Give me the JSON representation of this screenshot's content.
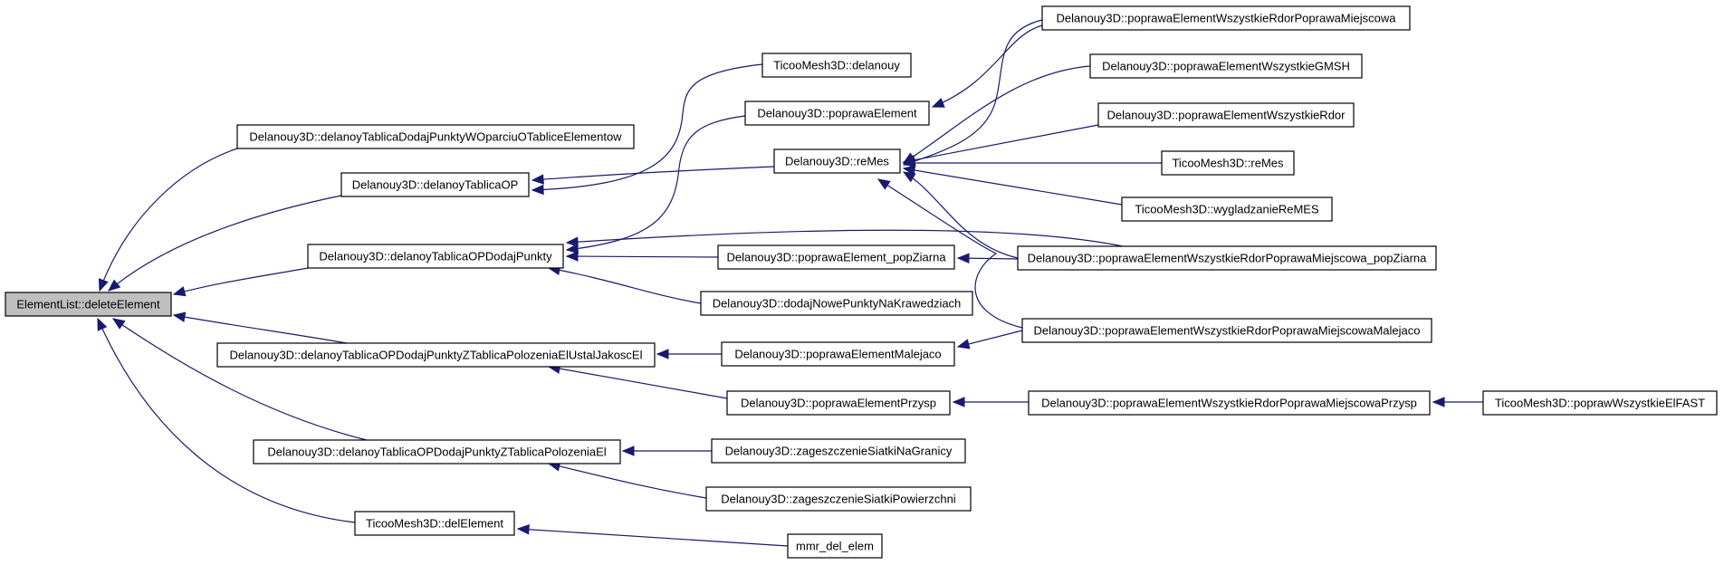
{
  "diagram": {
    "edge_color": "#191970",
    "focus_fill": "#bfbfbf",
    "nodes": [
      {
        "id": "n0",
        "label": "ElementList::deleteElement",
        "focus": true
      },
      {
        "id": "n1",
        "label": "Delanouy3D::delanoyTablicaDodajPunktyWOparciuOTabliceElementow"
      },
      {
        "id": "n2",
        "label": "Delanouy3D::delanoyTablicaOP"
      },
      {
        "id": "n3",
        "label": "Delanouy3D::delanoyTablicaOPDodajPunkty"
      },
      {
        "id": "n4",
        "label": "Delanouy3D::delanoyTablicaOPDodajPunktyZTablicaPolozeniaElUstalJakoscEl"
      },
      {
        "id": "n5",
        "label": "Delanouy3D::delanoyTablicaOPDodajPunktyZTablicaPolozeniaEl"
      },
      {
        "id": "n6",
        "label": "TicooMesh3D::delElement"
      },
      {
        "id": "n7",
        "label": "TicooMesh3D::delanouy"
      },
      {
        "id": "n8",
        "label": "Delanouy3D::poprawaElement"
      },
      {
        "id": "n9",
        "label": "Delanouy3D::reMes"
      },
      {
        "id": "n10",
        "label": "Delanouy3D::poprawaElement_popZiarna"
      },
      {
        "id": "n11",
        "label": "Delanouy3D::dodajNowePunktyNaKrawedziach"
      },
      {
        "id": "n12",
        "label": "Delanouy3D::poprawaElementMalejaco"
      },
      {
        "id": "n13",
        "label": "Delanouy3D::poprawaElementPrzysp"
      },
      {
        "id": "n14",
        "label": "Delanouy3D::zageszczenieSiatkiNaGranicy"
      },
      {
        "id": "n15",
        "label": "Delanouy3D::zageszczenieSiatkiPowierzchni"
      },
      {
        "id": "n16",
        "label": "mmr_del_elem"
      },
      {
        "id": "n17",
        "label": "Delanouy3D::poprawaElementWszystkieRdorPoprawaMiejscowa"
      },
      {
        "id": "n18",
        "label": "Delanouy3D::poprawaElementWszystkieGMSH"
      },
      {
        "id": "n19",
        "label": "Delanouy3D::poprawaElementWszystkieRdor"
      },
      {
        "id": "n20",
        "label": "TicooMesh3D::reMes"
      },
      {
        "id": "n21",
        "label": "TicooMesh3D::wygladzanieReMES"
      },
      {
        "id": "n22",
        "label": "Delanouy3D::poprawaElementWszystkieRdorPoprawaMiejscowa_popZiarna"
      },
      {
        "id": "n23",
        "label": "Delanouy3D::poprawaElementWszystkieRdorPoprawaMiejscowaMalejaco"
      },
      {
        "id": "n24",
        "label": "Delanouy3D::poprawaElementWszystkieRdorPoprawaMiejscowaPrzysp"
      },
      {
        "id": "n25",
        "label": "TicooMesh3D::poprawWszystkieElFAST"
      }
    ],
    "edges": [
      {
        "from": "n1",
        "to": "n0"
      },
      {
        "from": "n2",
        "to": "n0"
      },
      {
        "from": "n3",
        "to": "n0"
      },
      {
        "from": "n4",
        "to": "n0"
      },
      {
        "from": "n5",
        "to": "n0"
      },
      {
        "from": "n6",
        "to": "n0"
      },
      {
        "from": "n7",
        "to": "n2"
      },
      {
        "from": "n9",
        "to": "n2"
      },
      {
        "from": "n8",
        "to": "n3"
      },
      {
        "from": "n10",
        "to": "n3"
      },
      {
        "from": "n11",
        "to": "n3"
      },
      {
        "from": "n22",
        "to": "n3"
      },
      {
        "from": "n12",
        "to": "n4"
      },
      {
        "from": "n13",
        "to": "n4"
      },
      {
        "from": "n14",
        "to": "n5"
      },
      {
        "from": "n15",
        "to": "n5"
      },
      {
        "from": "n16",
        "to": "n6"
      },
      {
        "from": "n17",
        "to": "n8"
      },
      {
        "from": "n17",
        "to": "n9"
      },
      {
        "from": "n18",
        "to": "n9"
      },
      {
        "from": "n19",
        "to": "n9"
      },
      {
        "from": "n20",
        "to": "n9"
      },
      {
        "from": "n21",
        "to": "n9"
      },
      {
        "from": "n22",
        "to": "n9"
      },
      {
        "from": "n23",
        "to": "n9"
      },
      {
        "from": "n22",
        "to": "n10"
      },
      {
        "from": "n23",
        "to": "n12"
      },
      {
        "from": "n24",
        "to": "n13"
      },
      {
        "from": "n25",
        "to": "n24"
      }
    ]
  }
}
